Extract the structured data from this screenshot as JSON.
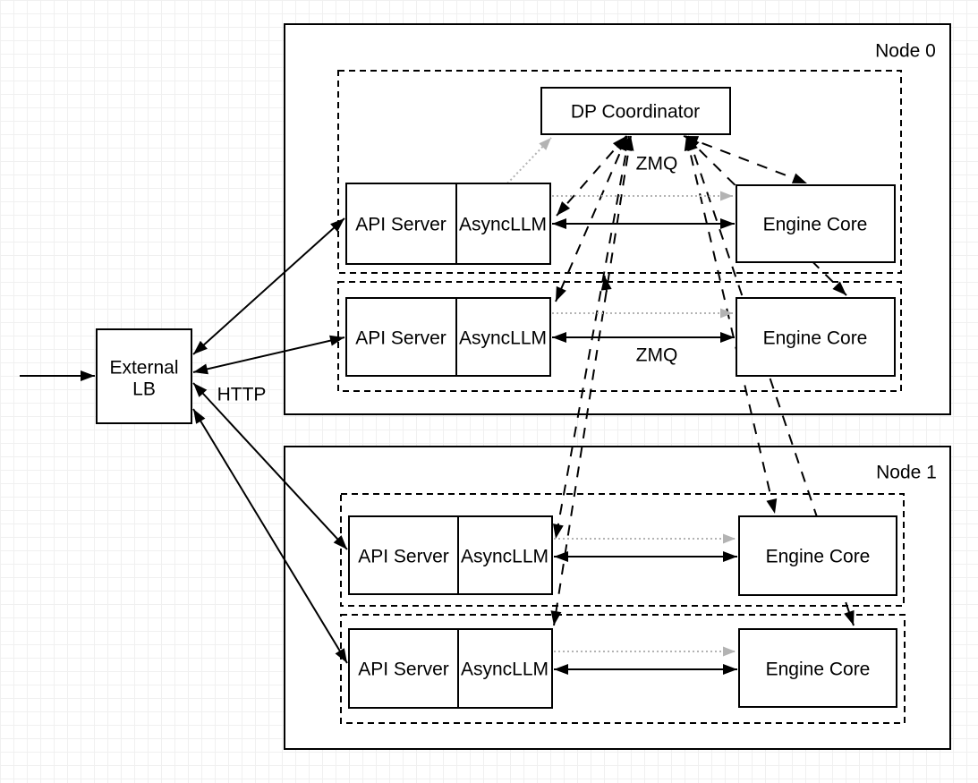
{
  "diagram_type": "architecture-diagram",
  "colors": {
    "stroke": "#000000",
    "dotted_gray": "#b3b3b3",
    "box_fill": "#ffffff",
    "grid": "#f0f0f0"
  },
  "nodes": {
    "node0": "Node 0",
    "node1": "Node 1"
  },
  "components": {
    "external_lb_line1": "External",
    "external_lb_line2": "LB",
    "dp_coordinator": "DP Coordinator",
    "api_server": "API Server",
    "async_llm": "AsyncLLM",
    "engine_core": "Engine Core"
  },
  "edge_labels": {
    "http": "HTTP",
    "zmq_coordinator": "ZMQ",
    "zmq_row": "ZMQ"
  },
  "edges": [
    {
      "from": "client",
      "to": "External LB",
      "style": "solid",
      "arrows": "end"
    },
    {
      "from": "External LB",
      "to": "API Server (Node 0, row 1)",
      "style": "solid",
      "arrows": "both",
      "protocol": "HTTP"
    },
    {
      "from": "External LB",
      "to": "API Server (Node 0, row 2)",
      "style": "solid",
      "arrows": "both",
      "protocol": "HTTP"
    },
    {
      "from": "External LB",
      "to": "API Server (Node 1, row 1)",
      "style": "solid",
      "arrows": "both",
      "protocol": "HTTP"
    },
    {
      "from": "External LB",
      "to": "API Server (Node 1, row 2)",
      "style": "solid",
      "arrows": "both",
      "protocol": "HTTP"
    },
    {
      "from": "AsyncLLM (Node 0, row 1)",
      "to": "Engine Core (Node 0, row 1)",
      "style": "solid",
      "arrows": "both",
      "protocol": "ZMQ"
    },
    {
      "from": "AsyncLLM (Node 0, row 2)",
      "to": "Engine Core (Node 0, row 2)",
      "style": "solid",
      "arrows": "both",
      "protocol": "ZMQ"
    },
    {
      "from": "AsyncLLM (Node 1, row 1)",
      "to": "Engine Core (Node 1, row 1)",
      "style": "solid",
      "arrows": "both",
      "protocol": "ZMQ"
    },
    {
      "from": "AsyncLLM (Node 1, row 2)",
      "to": "Engine Core (Node 1, row 2)",
      "style": "solid",
      "arrows": "both",
      "protocol": "ZMQ"
    },
    {
      "from": "DP Coordinator",
      "to": "AsyncLLM (Node 0, row 1)",
      "style": "dashed",
      "arrows": "both",
      "protocol": "ZMQ"
    },
    {
      "from": "DP Coordinator",
      "to": "AsyncLLM (Node 0, row 2)",
      "style": "dashed",
      "arrows": "both",
      "protocol": "ZMQ"
    },
    {
      "from": "DP Coordinator",
      "to": "AsyncLLM (Node 1, row 1)",
      "style": "dashed",
      "arrows": "both",
      "protocol": "ZMQ"
    },
    {
      "from": "DP Coordinator",
      "to": "AsyncLLM (Node 1, row 2)",
      "style": "dashed",
      "arrows": "both",
      "protocol": "ZMQ"
    },
    {
      "from": "DP Coordinator",
      "to": "Engine Core (Node 0, row 1)",
      "style": "dashed",
      "arrows": "both",
      "protocol": "ZMQ"
    },
    {
      "from": "DP Coordinator",
      "to": "Engine Core (Node 0, row 2)",
      "style": "dashed",
      "arrows": "both",
      "protocol": "ZMQ"
    },
    {
      "from": "DP Coordinator",
      "to": "Engine Core (Node 1, row 1)",
      "style": "dashed",
      "arrows": "both",
      "protocol": "ZMQ"
    },
    {
      "from": "DP Coordinator",
      "to": "Engine Core (Node 1, row 2)",
      "style": "dashed",
      "arrows": "both",
      "protocol": "ZMQ"
    },
    {
      "from": "AsyncLLM (Node 0, row 1)",
      "to": "DP Coordinator",
      "style": "dotted-gray",
      "arrows": "end"
    },
    {
      "from": "AsyncLLM (Node 0, row 1)",
      "to": "Engine Core (Node 0, row 1)",
      "style": "dotted-gray",
      "arrows": "end"
    },
    {
      "from": "AsyncLLM (Node 0, row 2)",
      "to": "Engine Core (Node 0, row 2)",
      "style": "dotted-gray",
      "arrows": "end"
    },
    {
      "from": "AsyncLLM (Node 1, row 1)",
      "to": "Engine Core (Node 1, row 1)",
      "style": "dotted-gray",
      "arrows": "end"
    },
    {
      "from": "AsyncLLM (Node 1, row 2)",
      "to": "Engine Core (Node 1, row 2)",
      "style": "dotted-gray",
      "arrows": "end"
    }
  ]
}
